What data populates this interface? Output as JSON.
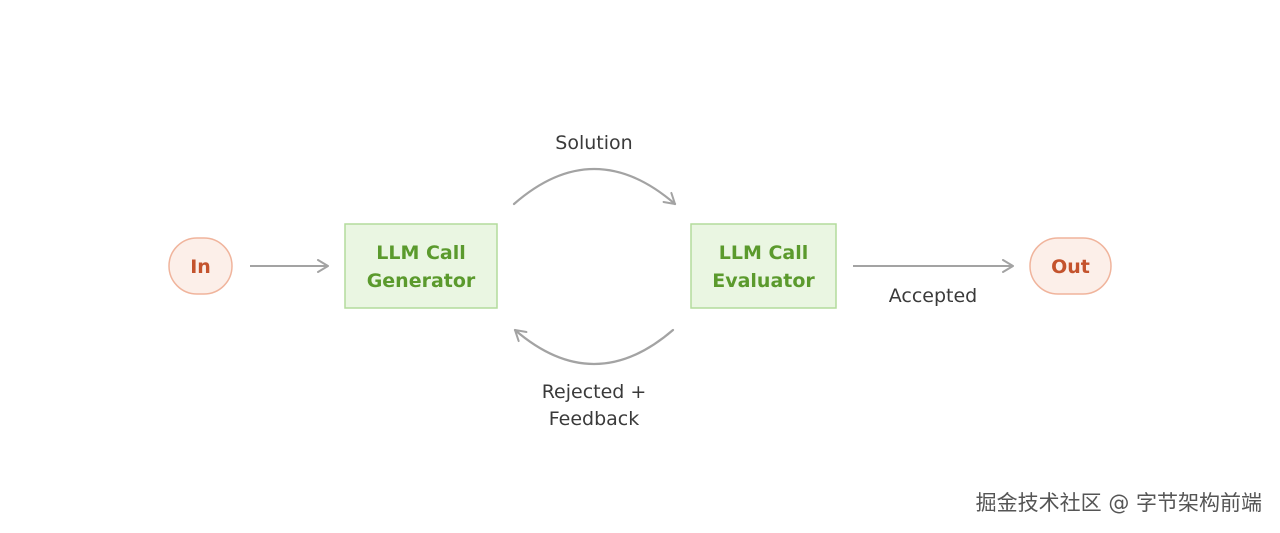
{
  "diagram": {
    "nodes": {
      "input": {
        "label": "In"
      },
      "generator": {
        "line1": "LLM Call",
        "line2": "Generator"
      },
      "evaluator": {
        "line1": "LLM Call",
        "line2": "Evaluator"
      },
      "output": {
        "label": "Out"
      }
    },
    "edges": {
      "solution": {
        "label": "Solution"
      },
      "rejected": {
        "line1": "Rejected +",
        "line2": "Feedback"
      },
      "accepted": {
        "label": "Accepted"
      }
    }
  },
  "watermark": {
    "text": "掘金技术社区 @ 字节架构前端"
  },
  "colors": {
    "terminal_fill": "#fcefe9",
    "terminal_stroke": "#f0b49c",
    "terminal_text": "#c4532d",
    "llm_fill": "#eaf6e2",
    "llm_stroke": "#b3dc9c",
    "llm_text": "#5b9a2d",
    "arrow": "#a3a3a3",
    "label_text": "#3a3a3a"
  }
}
